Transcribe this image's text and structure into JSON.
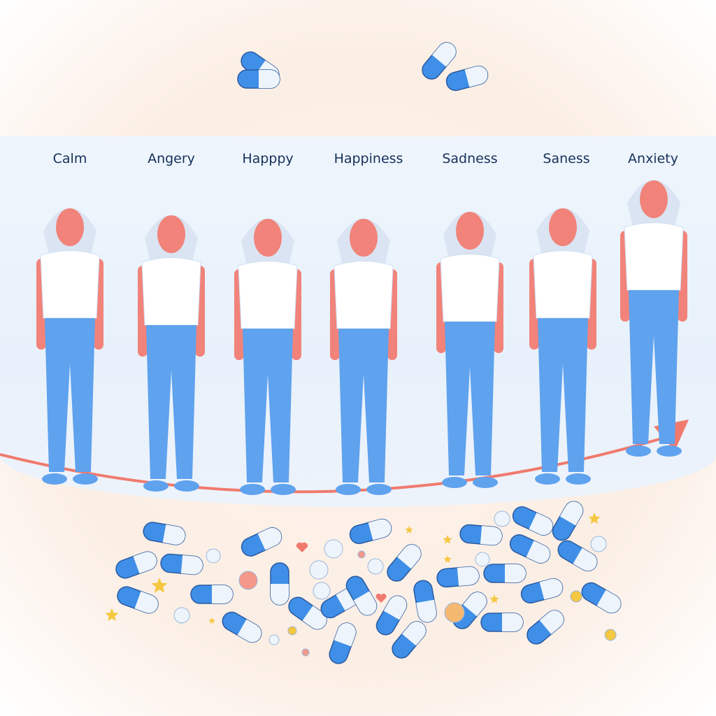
{
  "labels": [
    "Calm",
    "Angery",
    "Happpy",
    "Happiness",
    "Sadness",
    "Saness",
    "Anxiety"
  ],
  "colors": {
    "pill_blue": "#3f8fe8",
    "pill_white": "#eef4fb",
    "shirt": "#ffffff",
    "pants": "#5fa2ee",
    "skin": "#f1837a",
    "hair": "#dbe4f2",
    "arrow": "#f07a6e",
    "star": "#f5c842"
  }
}
